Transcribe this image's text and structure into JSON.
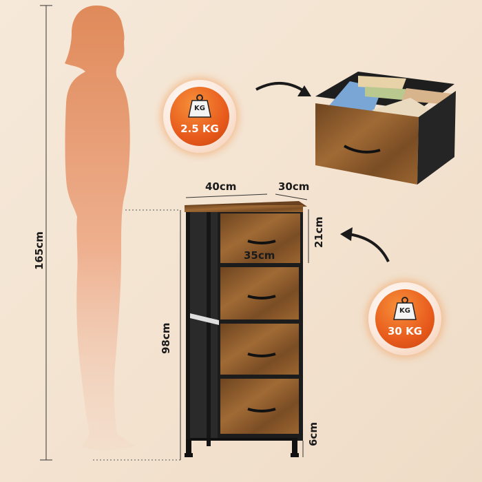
{
  "colors": {
    "silhouette": "#e79a6f",
    "wood": "#8a5a2b",
    "frame": "#1e1e1e",
    "badge": "#e85b1c"
  },
  "dimensions": {
    "person_height": "165cm",
    "width": "40cm",
    "depth": "30cm",
    "drawer_height": "21cm",
    "drawer_width": "35cm",
    "unit_height": "98cm",
    "leg_height": "6cm"
  },
  "badges": {
    "small": {
      "icon": "weight-icon",
      "icon_text": "KG",
      "label": "2.5 KG"
    },
    "large": {
      "icon": "weight-icon",
      "icon_text": "KG",
      "label": "30 KG"
    }
  }
}
